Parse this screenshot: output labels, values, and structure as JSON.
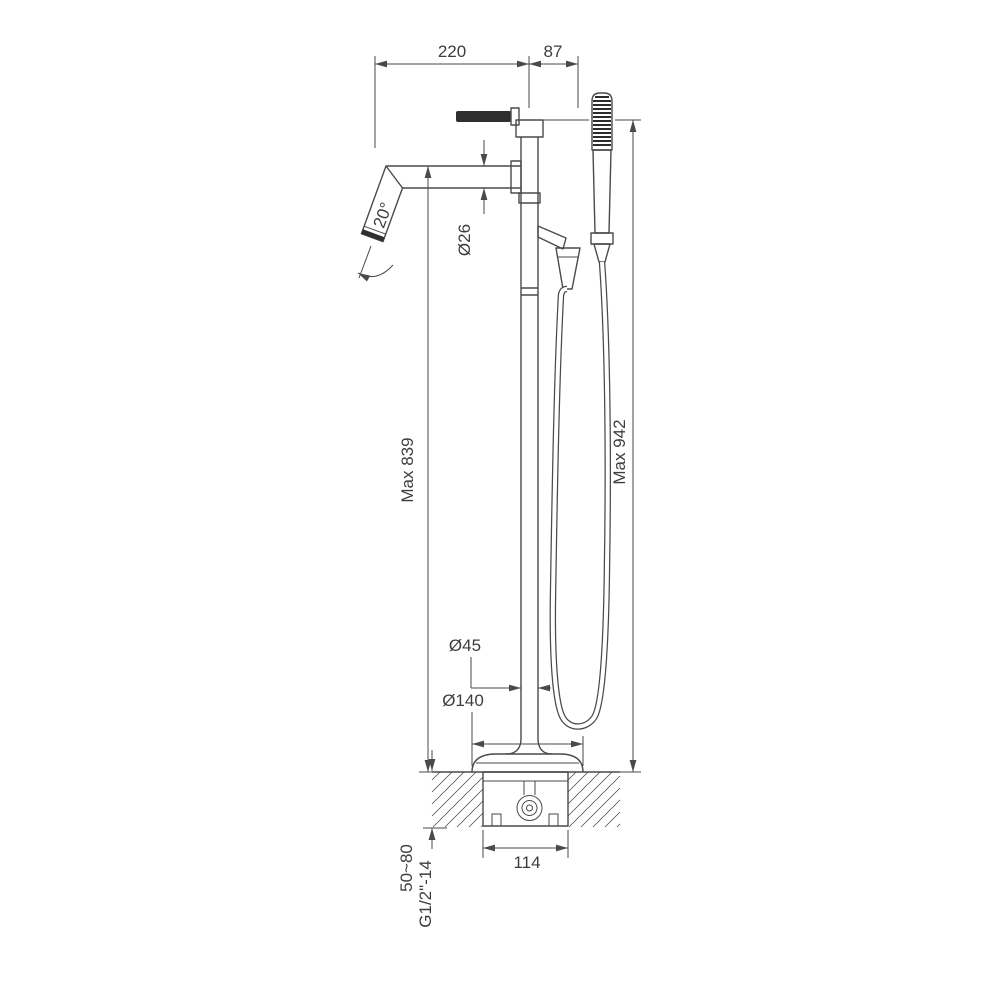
{
  "drawing": {
    "title": "freestanding-bath-mixer-dimension-drawing",
    "labels": {
      "dim_220": "220",
      "dim_87": "87",
      "angle_20": "20°",
      "dia_26": "Ø26",
      "max_839": "Max 839",
      "max_942": "Max 942",
      "dia_45": "Ø45",
      "dia_140": "Ø140",
      "dim_114": "114",
      "depth_50_80": "50~80",
      "thread": "G1/2\"-14"
    },
    "colors": {
      "line": "#4a4a4a",
      "text": "#3d3d3d",
      "dark_fill": "#2f2f2f",
      "background": "#ffffff"
    }
  }
}
